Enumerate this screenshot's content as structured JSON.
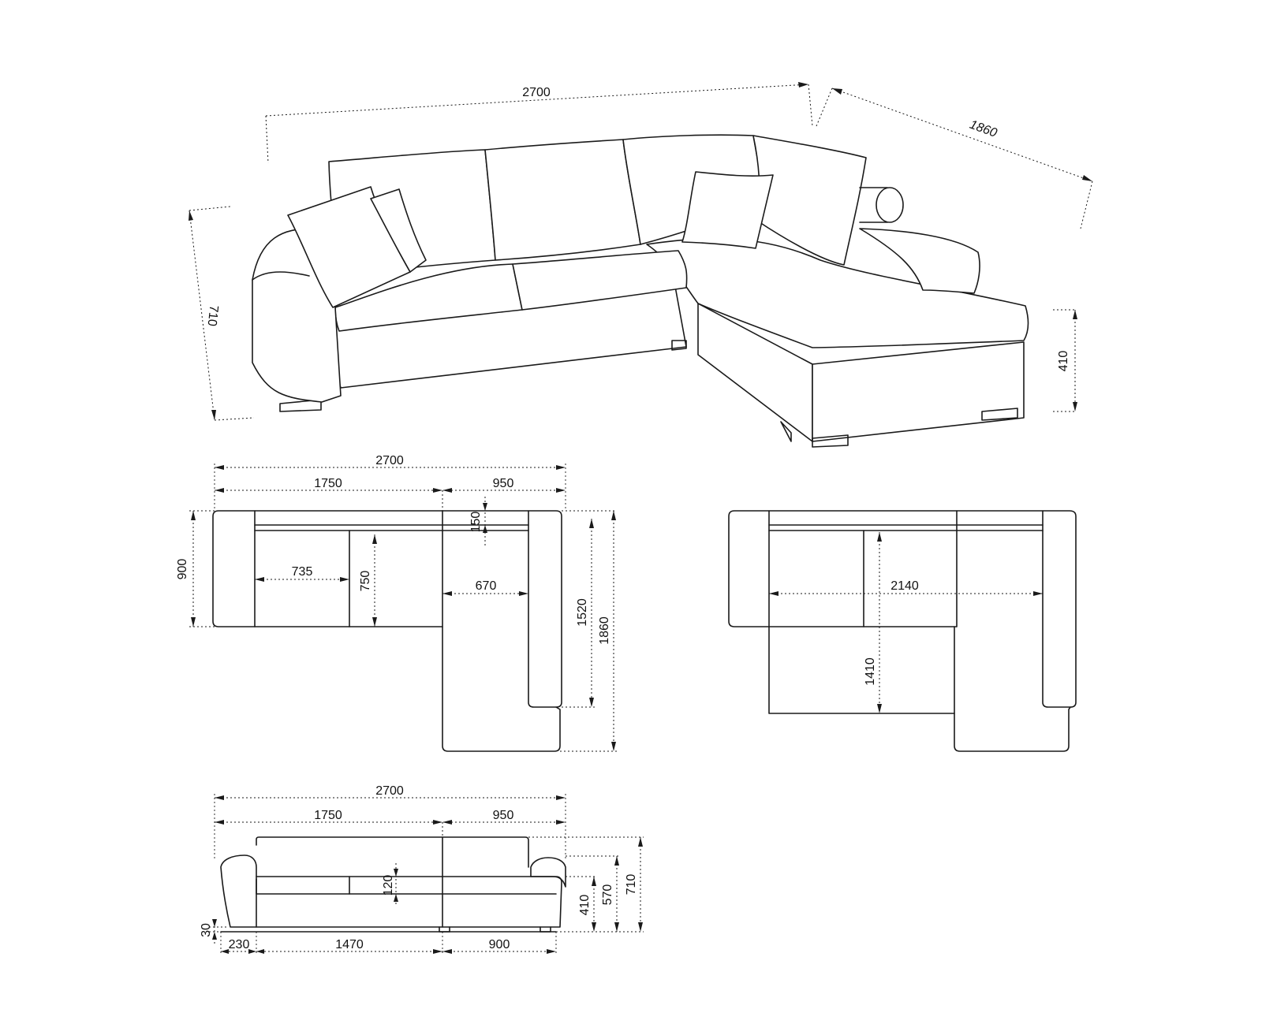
{
  "drawing": {
    "perspective": {
      "width": "2700",
      "depth": "1860",
      "height": "710",
      "seat_height": "410"
    },
    "top_view": {
      "total_width": "2700",
      "main_width": "1750",
      "chaise_width": "950",
      "backrest_depth": "150",
      "seat_width": "735",
      "seat_depth": "750",
      "chaise_seat_width": "670",
      "depth": "900",
      "chaise_inner_length": "1520",
      "chaise_length": "1860"
    },
    "bed_view": {
      "bed_width": "2140",
      "bed_length": "1410"
    },
    "front_view": {
      "total_width": "2700",
      "main_width": "1750",
      "chaise_width": "950",
      "cushion_height": "120",
      "seat_height": "410",
      "armrest_height": "570",
      "total_height": "710",
      "leg_height": "30",
      "arm_width": "230",
      "seat_span": "1470",
      "chaise_seat": "900"
    }
  }
}
